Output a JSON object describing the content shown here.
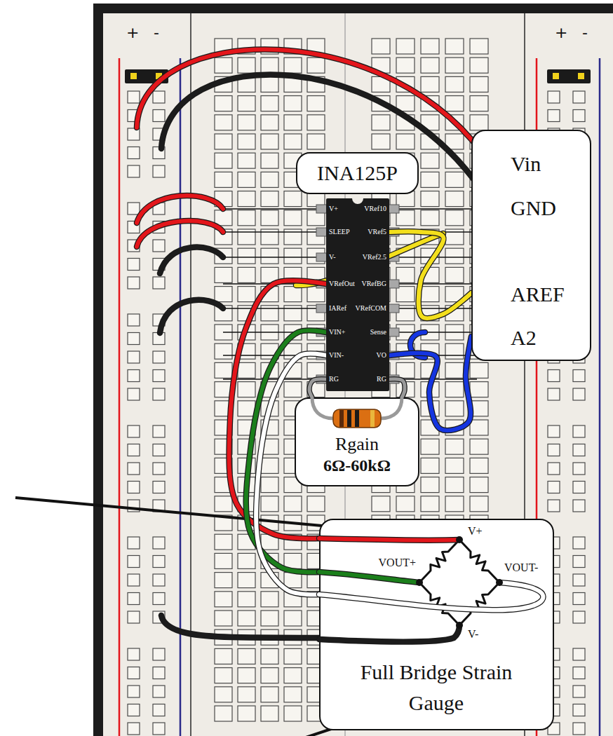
{
  "diagram": {
    "nodes": [
      {
        "text": [
          "INA125P"
        ]
      },
      {
        "text": [
          "V+",
          "VRef10",
          "SLEEP",
          "VRef5",
          "V-",
          "VRef2.5",
          "VRefOut",
          "VRefBG",
          "IARef",
          "VRefCOM",
          "VIN+",
          "Sense",
          "VIN-",
          "VO",
          "RG",
          "RG"
        ]
      },
      {
        "text": [
          "Vin",
          "GND",
          "AREF",
          "A2"
        ]
      },
      {
        "text": [
          "Rgain",
          "6Ω-60kΩ"
        ]
      },
      {
        "text": [
          "Full Bridge Strain Gauge"
        ]
      }
    ],
    "edges": [
      {
        "from": 1,
        "to": 4,
        "arrow": "none"
      },
      {
        "from": 1,
        "to": 4,
        "arrow": "none"
      },
      {
        "from": 1,
        "to": 4,
        "arrow": "none"
      },
      {
        "from": 1,
        "to": 3,
        "arrow": "none"
      },
      {
        "from": 1,
        "to": 3,
        "arrow": "none"
      },
      {
        "from": 1,
        "to": 2,
        "arrow": "none"
      },
      {
        "from": 1,
        "to": 2,
        "arrow": "none"
      }
    ],
    "labels": [
      "+",
      "-",
      "+",
      "-",
      "V+",
      "VOUT+",
      "VOUT-",
      "V-"
    ]
  }
}
